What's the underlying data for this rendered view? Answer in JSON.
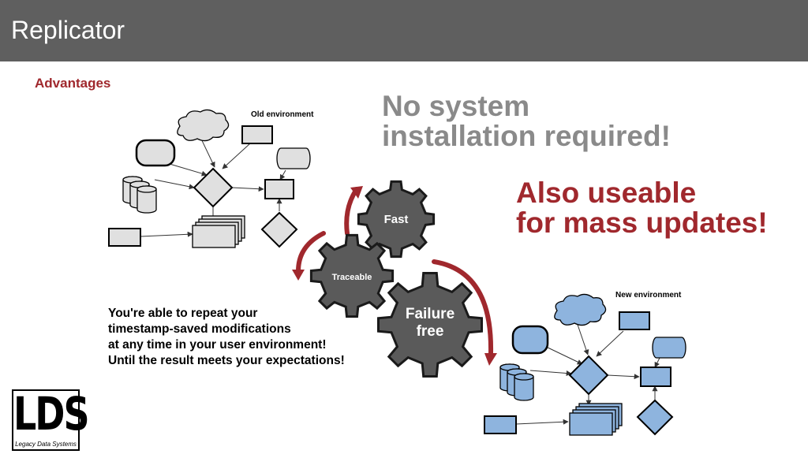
{
  "header": {
    "title": "Replicator"
  },
  "subtitle": "Advantages",
  "headline_grey": [
    "No system",
    "installation required!"
  ],
  "headline_red": [
    "Also useable",
    "for mass updates!"
  ],
  "old_env_label": "Old environment",
  "new_env_label": "New environment",
  "gears": {
    "fast": "Fast",
    "traceable": "Traceable",
    "failure_free": [
      "Failure",
      "free"
    ]
  },
  "description": [
    "You're able to repeat your",
    "timestamp-saved modifications",
    "at any time in your user environment!",
    "Until the result meets your expectations!"
  ],
  "logo": {
    "letters": "LDS",
    "caption": "Legacy Data Systems"
  },
  "colors": {
    "header_bg": "#5f5f5f",
    "accent_red": "#a0282d",
    "headline_grey": "#8a8a8a",
    "old_env_fill": "#e0e0e0",
    "new_env_fill": "#8eb4de",
    "gear_fill": "#5a5a5a"
  }
}
